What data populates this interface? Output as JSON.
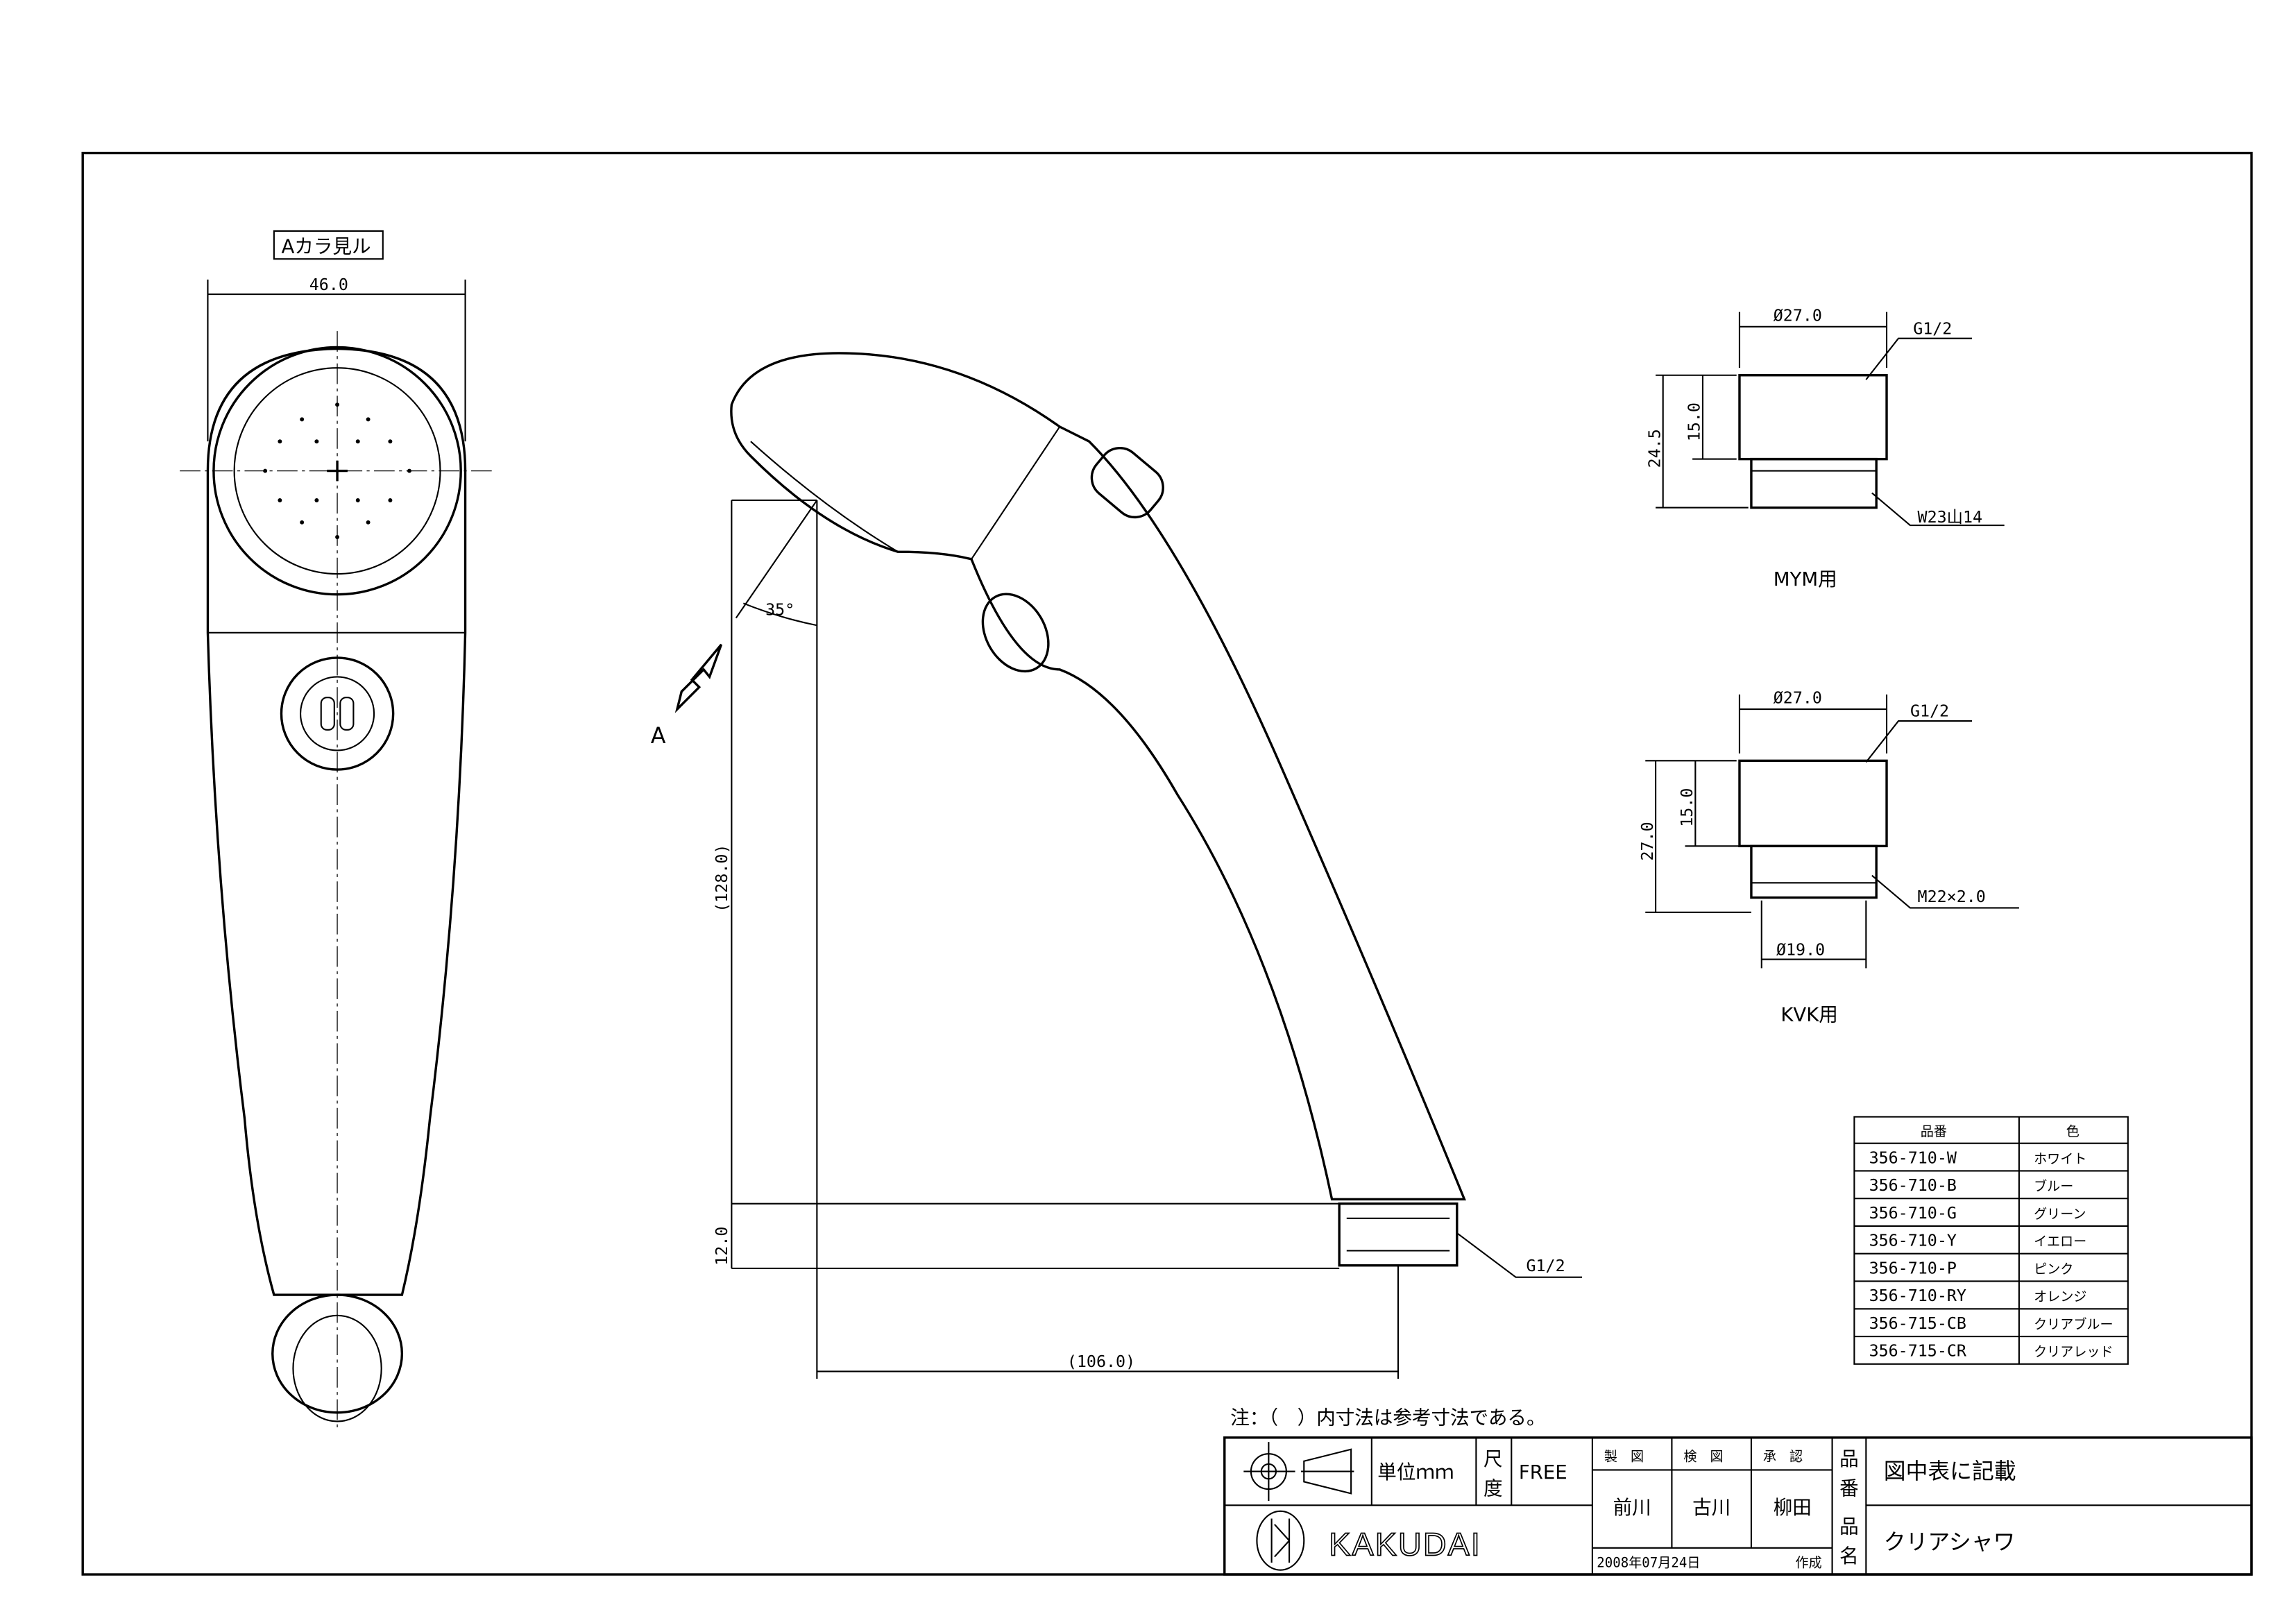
{
  "front_view": {
    "label": "Aカラ見ル",
    "width_dim": "46.0"
  },
  "side_view": {
    "height_dim": "(128.0)",
    "base_dim": "12.0",
    "length_dim": "(106.0)",
    "angle": "35°",
    "view_arrow": "A",
    "thread": "G1/2"
  },
  "mym": {
    "diameter": "Ø27.0",
    "height": "24.5",
    "inner_height": "15.0",
    "thread": "G1/2",
    "nut": "W23山14",
    "caption": "MYM用"
  },
  "kvk": {
    "diameter": "Ø27.0",
    "height": "27.0",
    "inner_height": "15.0",
    "thread": "G1/2",
    "nut": "M22×2.0",
    "bottom_diameter": "Ø19.0",
    "caption": "KVK用"
  },
  "parts_table": {
    "headers": [
      "品番",
      "色"
    ],
    "rows": [
      [
        "356-710-W",
        "ホワイト"
      ],
      [
        "356-710-B",
        "ブルー"
      ],
      [
        "356-710-G",
        "グリーン"
      ],
      [
        "356-710-Y",
        "イエロー"
      ],
      [
        "356-710-P",
        "ピンク"
      ],
      [
        "356-710-RY",
        "オレンジ"
      ],
      [
        "356-715-CB",
        "クリアブルー"
      ],
      [
        "356-715-CR",
        "クリアレッド"
      ]
    ]
  },
  "note": "注：（　）内寸法は参考寸法である。",
  "title_block": {
    "unit": "単位ｍｍ",
    "scale_label": [
      "尺",
      "度"
    ],
    "scale": "FREE",
    "drawn_label": "製　図",
    "checked_label": "検　図",
    "approved_label": "承　認",
    "drawn_by": "前川",
    "checked_by": "古川",
    "approved_by": "柳田",
    "date": "2008年07月24日",
    "date_suffix": "作成",
    "part_no_label": [
      "品",
      "番"
    ],
    "part_no": "図中表に記載",
    "part_name_label": [
      "品",
      "名"
    ],
    "part_name": "クリアシャワ",
    "logo": "KAKUDAI"
  }
}
